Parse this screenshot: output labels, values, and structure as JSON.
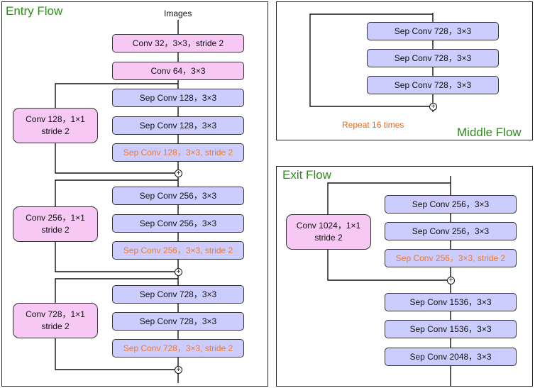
{
  "entry": {
    "title": "Entry Flow",
    "input_label": "Images",
    "conv1": "Conv 32，3×3，stride 2",
    "conv2": "Conv 64，3×3",
    "block1": {
      "sep1": "Sep Conv 128，3×3",
      "sep2": "Sep Conv 128，3×3",
      "sep3": "Sep Conv 128，3×3, stride 2",
      "shortcut_line1": "Conv 128，1×1",
      "shortcut_line2": "stride 2"
    },
    "block2": {
      "sep1": "Sep Conv 256，3×3",
      "sep2": "Sep Conv 256，3×3",
      "sep3": "Sep Conv 256，3×3, stride 2",
      "shortcut_line1": "Conv 256，1×1",
      "shortcut_line2": "stride 2"
    },
    "block3": {
      "sep1": "Sep Conv 728，3×3",
      "sep2": "Sep Conv 728，3×3",
      "sep3": "Sep Conv 728，3×3, stride 2",
      "shortcut_line1": "Conv 728，1×1",
      "shortcut_line2": "stride 2"
    }
  },
  "middle": {
    "title": "Middle Flow",
    "sep1": "Sep Conv 728，3×3",
    "sep2": "Sep Conv 728，3×3",
    "sep3": "Sep Conv 728，3×3",
    "repeat": "Repeat 16 times"
  },
  "exit": {
    "title": "Exit Flow",
    "sep1": "Sep Conv 256，3×3",
    "sep2": "Sep Conv 256，3×3",
    "sep3": "Sep Conv 256，3×3, stride 2",
    "shortcut_line1": "Conv 1024，1×1",
    "shortcut_line2": "stride 2",
    "sep4": "Sep Conv 1536，3×3",
    "sep5": "Sep Conv 1536，3×3",
    "sep6": "Sep Conv 2048，3×3"
  },
  "colors": {
    "title_green": "#2e8b1e",
    "sepconv_fill": "#ccccff",
    "conv_fill": "#f7c8f4",
    "stride_text": "#f07a2a",
    "repeat_text": "#e0681c"
  },
  "icons": {
    "add": "plus-circle-icon"
  }
}
